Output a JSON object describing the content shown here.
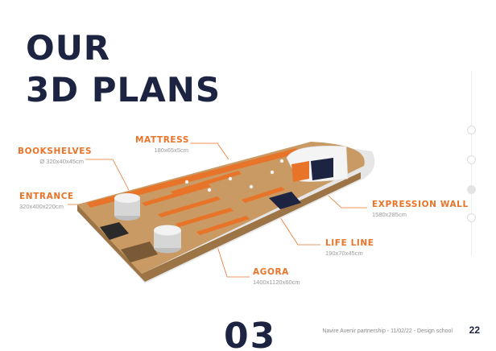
{
  "title": {
    "line1": "OUR",
    "line2": "3D PLANS"
  },
  "callouts": [
    {
      "id": "mattress",
      "label": "MATTRESS",
      "dims": "180x65x5cm"
    },
    {
      "id": "bookshelves",
      "label": "BOOKSHELVES",
      "dims": "Ø 320x40x45cm"
    },
    {
      "id": "entrance",
      "label": "ENTRANCE",
      "dims": "320x400x220cm"
    },
    {
      "id": "expression-wall",
      "label": "EXPRESSION WALL",
      "dims": "1580x285cm"
    },
    {
      "id": "life-line",
      "label": "LIFE LINE",
      "dims": "190x70x45cm"
    },
    {
      "id": "agora",
      "label": "AGORA",
      "dims": "1400x1120x60cm"
    }
  ],
  "section_number": "03",
  "footer": {
    "text": "Navire Avenir partnership - 11/02/22 - Design school",
    "page": "22"
  },
  "colors": {
    "accent": "#e8742a",
    "navy": "#1c2442",
    "floor": "#c99a63"
  }
}
